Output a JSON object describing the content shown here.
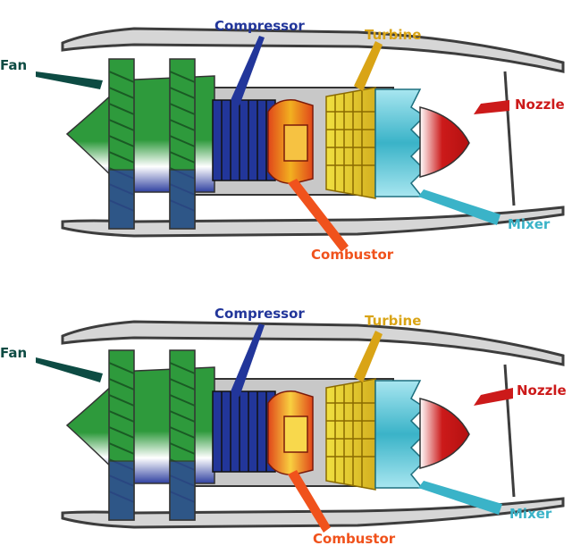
{
  "labels": {
    "fan": "Fan",
    "compressor": "Compressor",
    "turbine": "Turbine",
    "nozzle": "Nozzle",
    "combustor": "Combustor",
    "mixer": "Mixer"
  },
  "colors": {
    "fan": "#2e9a3c",
    "fan_label": "#0d4b43",
    "compressor": "#22369a",
    "turbine": "#d9a416",
    "nozzle": "#cc1a1a",
    "combustor": "#f0521c",
    "mixer": "#3ab3c8",
    "core": "#c8c8c8",
    "nacelle": "#3d3d3d"
  }
}
